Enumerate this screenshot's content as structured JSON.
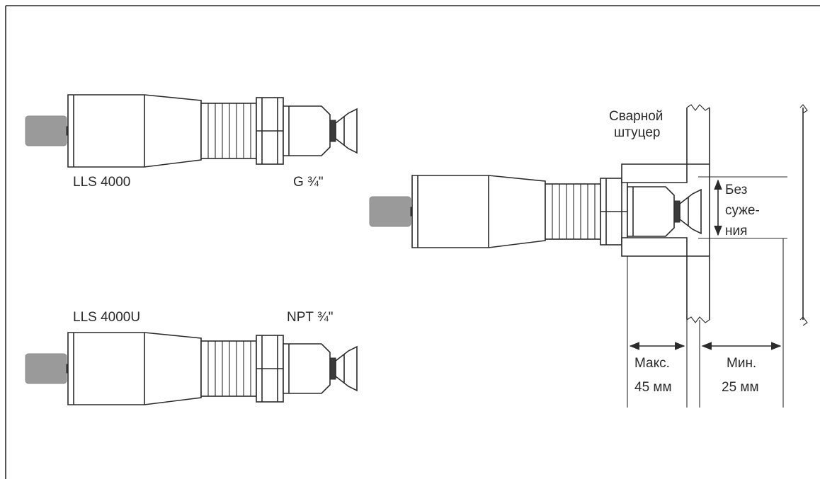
{
  "sensors": [
    {
      "model": "LLS 4000",
      "thread": "G ¾\""
    },
    {
      "model": "LLS 4000U",
      "thread": "NPT ¾\""
    }
  ],
  "installation": {
    "weld_socket_label": [
      "Сварной",
      "штуцер"
    ],
    "no_narrowing_label": [
      "Без",
      "суже-",
      "ния"
    ],
    "max_dimension": {
      "label": "Макс.",
      "value": "45 мм"
    },
    "min_dimension": {
      "label": "Мин.",
      "value": "25 мм"
    }
  }
}
